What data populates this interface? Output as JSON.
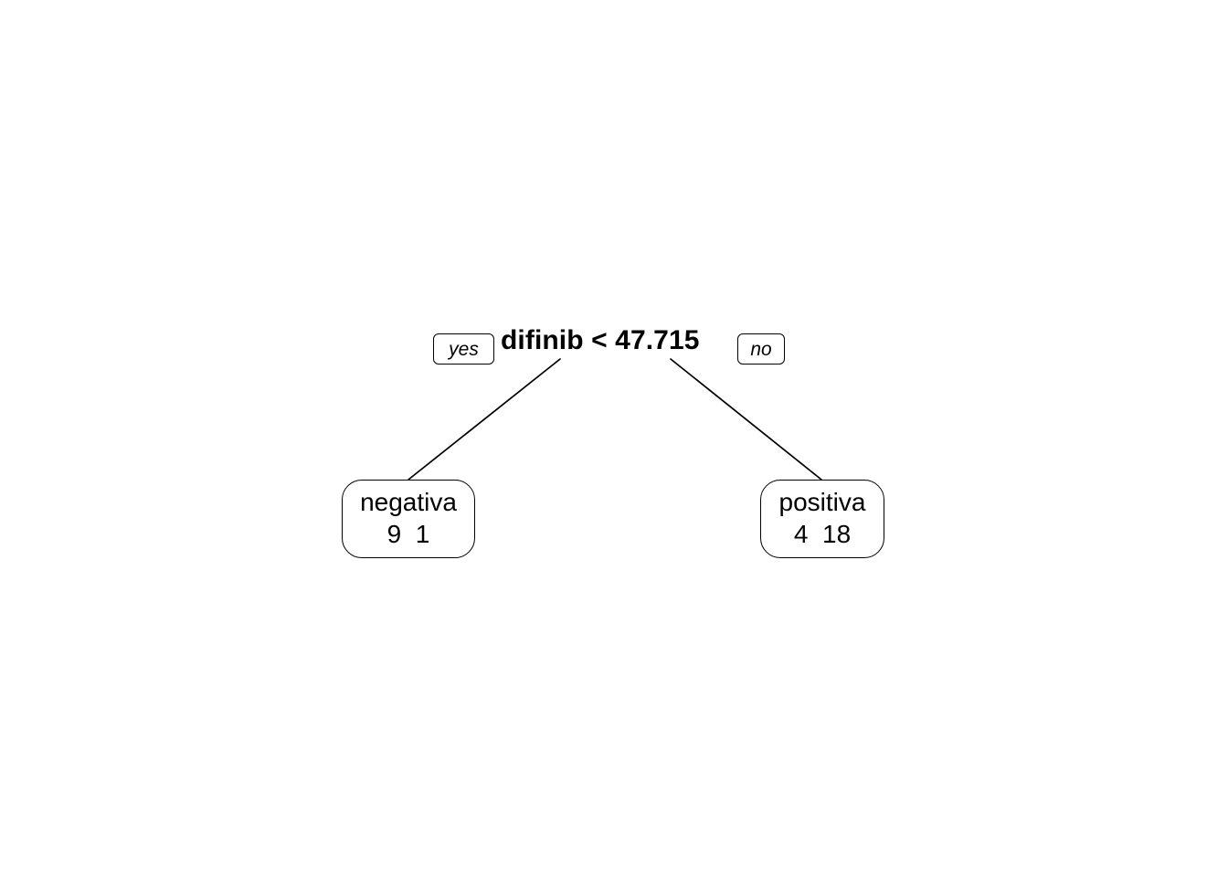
{
  "figure": {
    "type": "decision-tree",
    "background_color": "#ffffff",
    "stroke_color": "#000000"
  },
  "chart_data": {
    "type": "tree",
    "title": "",
    "root": {
      "split_variable": "difinib",
      "split_operator": "<",
      "split_threshold": "47.715",
      "split_label": "difinib < 47.715",
      "yes_label": "yes",
      "no_label": "no"
    },
    "leaves": [
      {
        "branch": "yes",
        "predicted_class": "negativa",
        "counts": [
          "9",
          "1"
        ],
        "counts_label": "9  1"
      },
      {
        "branch": "no",
        "predicted_class": "positiva",
        "counts": [
          "4",
          "18"
        ],
        "counts_label": "4  18"
      }
    ],
    "class_levels": [
      "negativa",
      "positiva"
    ]
  },
  "nodes": {
    "root": {
      "label": "difinib < 47.715"
    },
    "yes_tag": {
      "label": "yes"
    },
    "no_tag": {
      "label": "no"
    },
    "leaf_left": {
      "class_label": "negativa",
      "counts_label": "9  1"
    },
    "leaf_right": {
      "class_label": "positiva",
      "counts_label": "4  18"
    }
  }
}
